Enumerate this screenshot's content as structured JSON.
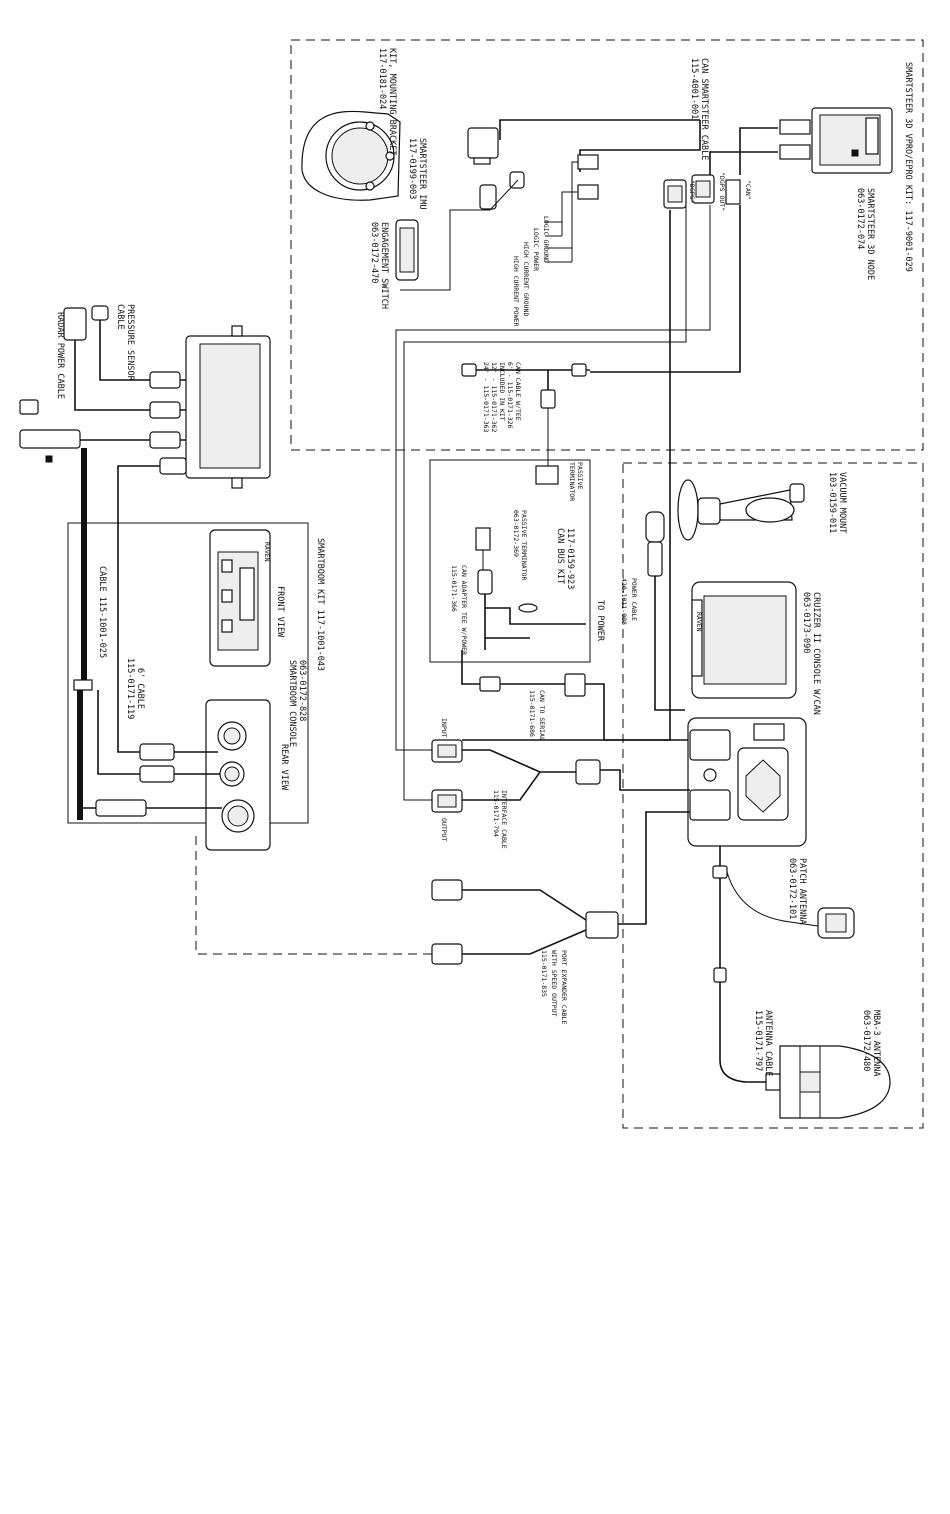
{
  "kits": {
    "smartsteer": "SMARTSTEER 3D VPRO/EPRO KIT: 117-9001-029",
    "smartboom": "SMARTBOOM KIT 117-1001-043",
    "can_bus": [
      "117-0159-923",
      "CAN BUS KIT"
    ]
  },
  "components": {
    "node": [
      "SMARTSTEER 3D NODE",
      "063-0172-074"
    ],
    "can_cable": [
      "CAN SMARTSTEER CABLE",
      "115-4001-001"
    ],
    "bracket": [
      "KIT, MOUNTING BRACKET",
      "117-0181-024"
    ],
    "imu": [
      "SMARTSTEER IMU",
      "117-0199-003"
    ],
    "engage_switch": [
      "ENGAGEMENT SWITCH",
      "063-0172-470"
    ],
    "power_lines": [
      "LOGIC GROUND",
      "LOGIC POWER",
      "HIGH CURRENT GROUND",
      "HIGH CURRENT POWER"
    ],
    "can_tee": [
      "CAN CABLE W/TEE",
      "6' - 115-0171-326",
      "INCLUDED IN KIT",
      "12' - 115-0171-362",
      "24' - 115-0171-363"
    ],
    "terminator_top": [
      "PASSIVE",
      "TERMINATOR"
    ],
    "terminator_kit": [
      "PASSIVE TERMINATOR",
      "063-0172-369"
    ],
    "adapter_tee": [
      "CAN ADAPTER TEE W/POWER",
      "115-0171-366"
    ],
    "to_power": "TO POWER",
    "vacuum_mount": [
      "VACUUM MOUNT",
      "103-0159-011"
    ],
    "power_cable": [
      "POWER CABLE",
      "420-1011-008"
    ],
    "cruizer": [
      "CRUIZER II CONSOLE W/CAN",
      "063-0173-090"
    ],
    "can_serial": [
      "CAN TO SERIAL",
      "115-0171-686"
    ],
    "interface_cable": [
      "INTERFACE CABLE",
      "115-0171-794"
    ],
    "port_expander": [
      "PORT EXPANDER CABLE",
      "WITH SPEED OUTPUT",
      "115-0171-835"
    ],
    "patch_antenna": [
      "PATCH ANTENNA",
      "063-0172-101"
    ],
    "antenna_cable": [
      "ANTENNA CABLE",
      "115-0171-797"
    ],
    "mba_antenna": [
      "MBA-3 ANTENNA",
      "063-0172-480"
    ],
    "pressure_sensor": [
      "PRESSURE SENSOR",
      "CABLE"
    ],
    "radar_power": "RADAR POWER CABLE",
    "cable_long": "CABLE 115-1001-025",
    "cable_6ft": [
      "6' CABLE",
      "115-0171-119"
    ],
    "smartboom_console": [
      "063-0172-828",
      "SMARTBOOM CONSOLE"
    ],
    "front_view": "FRONT VIEW",
    "rear_view": "REAR VIEW",
    "input": "INPUT",
    "output": "OUTPUT",
    "raven": "RAVEN",
    "dgps": "\"DGPS\"",
    "dgps_out": "\"DGPS OUT\"",
    "can": "\"CAN\""
  }
}
